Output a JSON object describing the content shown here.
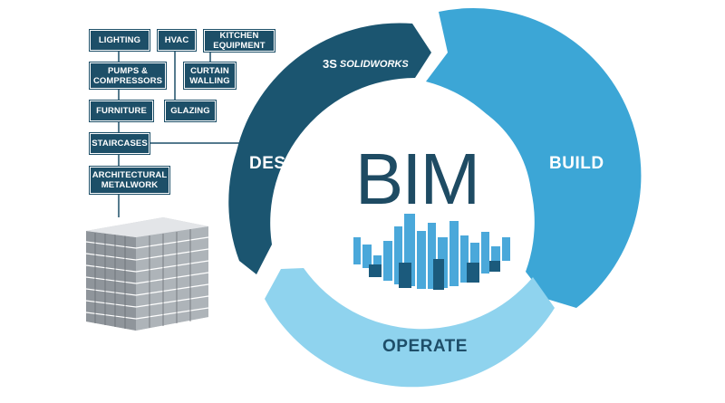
{
  "center": {
    "title": "BIM"
  },
  "logo": {
    "mark": "3S",
    "text": "SOLIDWORKS"
  },
  "phases": [
    {
      "id": "design",
      "label": "DESIGN",
      "color": "#1b5570"
    },
    {
      "id": "build",
      "label": "BUILD",
      "color": "#3ca6d6"
    },
    {
      "id": "operate",
      "label": "OPERATE",
      "color": "#8fd3ee"
    }
  ],
  "components": [
    {
      "id": "lighting",
      "label": "LIGHTING"
    },
    {
      "id": "hvac",
      "label": "HVAC"
    },
    {
      "id": "kitchen-equipment",
      "label": "KITCHEN\nEQUIPMENT"
    },
    {
      "id": "pumps-compressors",
      "label": "PUMPS &\nCOMPRESSORS"
    },
    {
      "id": "curtain-walling",
      "label": "CURTAIN\nWALLING"
    },
    {
      "id": "furniture",
      "label": "FURNITURE"
    },
    {
      "id": "glazing",
      "label": "GLAZING"
    },
    {
      "id": "staircases",
      "label": "STAIRCASES"
    },
    {
      "id": "architectural-metalwork",
      "label": "ARCHITECTURAL\nMETALWORK"
    }
  ],
  "colors": {
    "box": "#1d4f68",
    "connector": "#1d4f68",
    "title": "#1e4b63",
    "skyline": "#4aa8da"
  }
}
